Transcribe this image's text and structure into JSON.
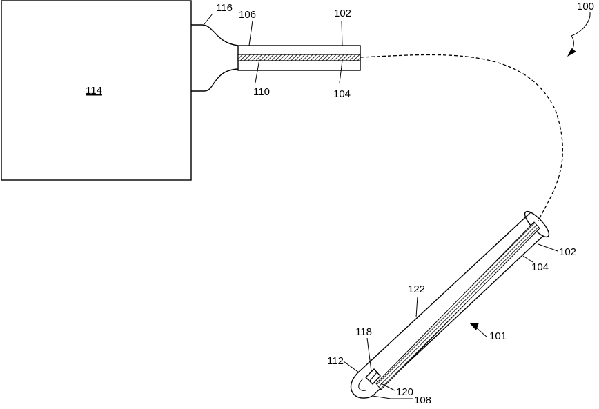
{
  "figure": {
    "labels": {
      "box": "114",
      "connector": "116",
      "tube_top_left": "106",
      "tube_top_right": "102",
      "tube_bottom_left": "110",
      "tube_bottom_right": "104",
      "system": "100",
      "probe_outer": "102",
      "probe_inner": "104",
      "probe_core": "122",
      "tip": "118",
      "tip_outer": "112",
      "tip_inner": "120",
      "tip_end": "108",
      "probe": "101"
    }
  }
}
